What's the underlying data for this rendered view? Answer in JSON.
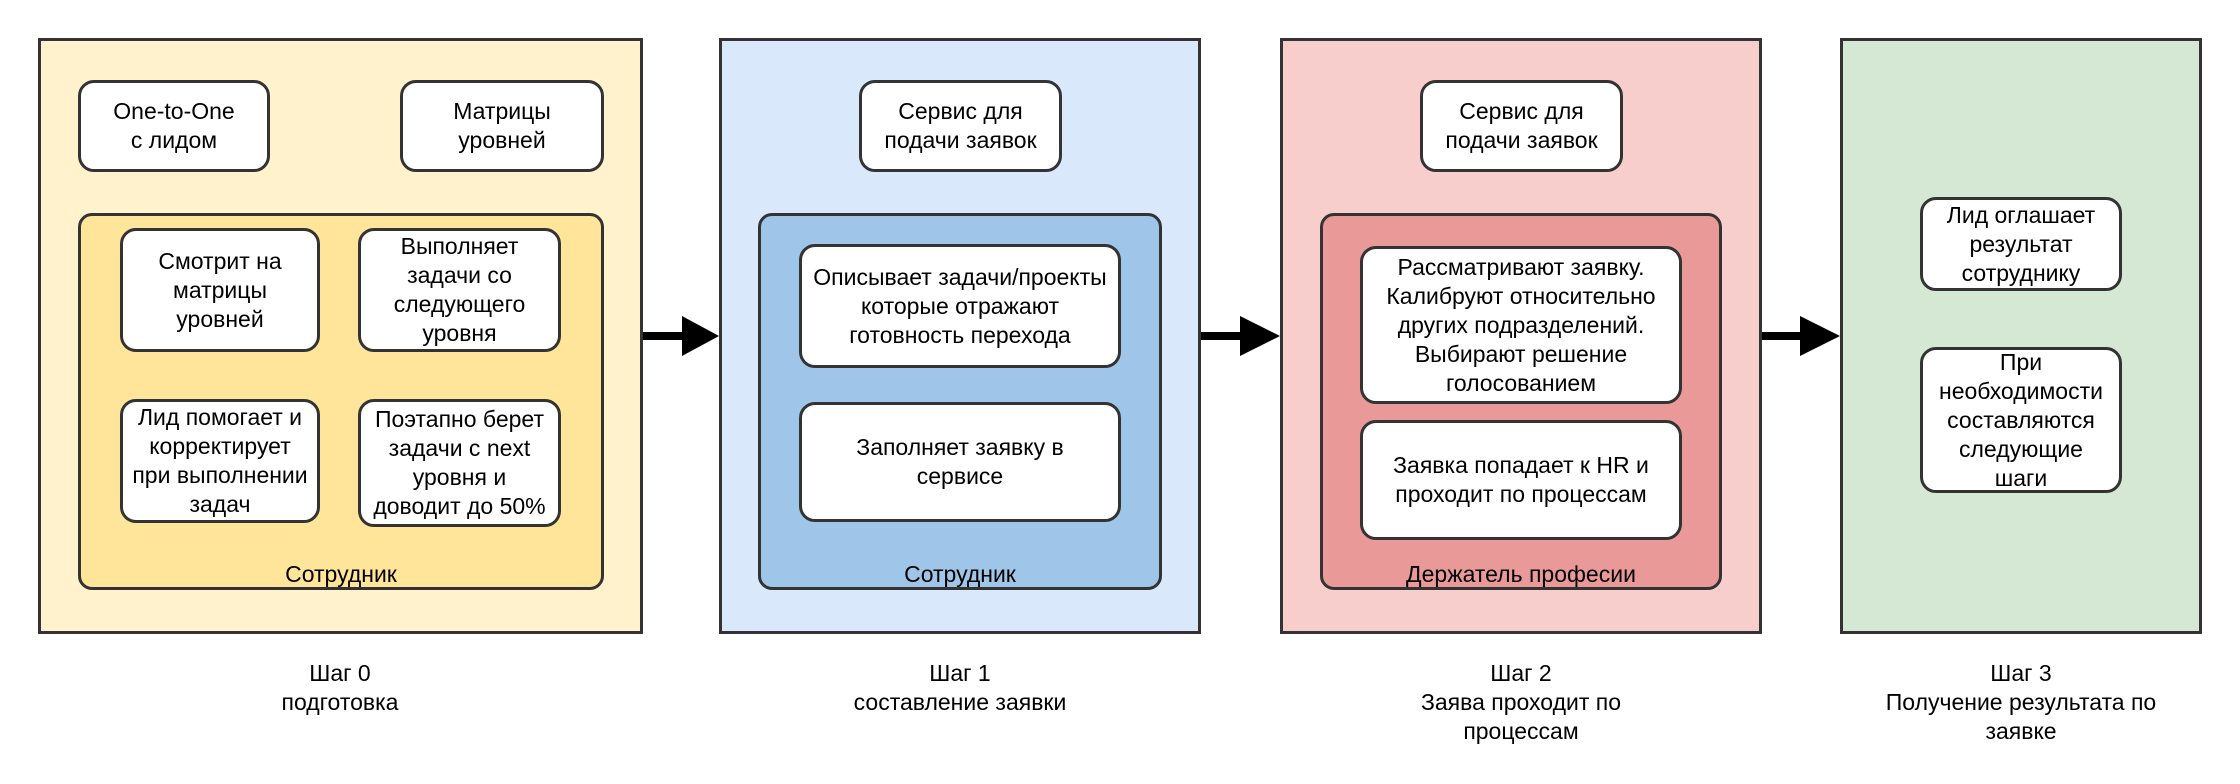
{
  "colors": {
    "step0_panel": "#fff2cc",
    "step0_group": "#ffe599",
    "step1_panel": "#dae8fc",
    "step1_group": "#9fc5e8",
    "step2_panel": "#f8cecc",
    "step2_group": "#ea9999",
    "step3_panel": "#d5e8d4",
    "border": "#333333",
    "arrow": "#000000"
  },
  "step0": {
    "top_cards": [
      "One-to-One\nс лидом",
      "Матрицы\nуровней"
    ],
    "tasks": [
      "Смотрит на\nматрицы\nуровней",
      "Выполняет\nзадачи со\nследующего\nуровня",
      "Лид помогает и\nкорректирует\nпри выполнении\nзадач",
      "Поэтапно берет\nзадачи с next\nуровня и\nдоводит до 50%"
    ],
    "group_label": "Сотрудник",
    "caption": "Шаг 0\nподготовка"
  },
  "step1": {
    "service": "Сервис для\nподачи заявок",
    "tasks": [
      "Описывает задачи/проекты\nкоторые отражают\nготовность перехода",
      "Заполняет заявку в\nсервисе"
    ],
    "group_label": "Сотрудник",
    "caption": "Шаг 1\nсоставление заявки"
  },
  "step2": {
    "service": "Сервис для\nподачи заявок",
    "tasks": [
      "Рассматривают заявку.\nКалибруют относительно\nдругих подразделений.\nВыбирают решение\nголосованием",
      "Заявка попадает к HR и\nпроходит по процессам"
    ],
    "group_label": "Держатель професии",
    "caption": "Шаг 2\nЗаява проходит по\nпроцессам"
  },
  "step3": {
    "tasks": [
      "Лид оглашает\nрезультат\nсотруднику",
      "При\nнеобходимости\nсоставляются\nследующие шаги"
    ],
    "caption": "Шаг 3\nПолучение результата по\nзаявке"
  }
}
